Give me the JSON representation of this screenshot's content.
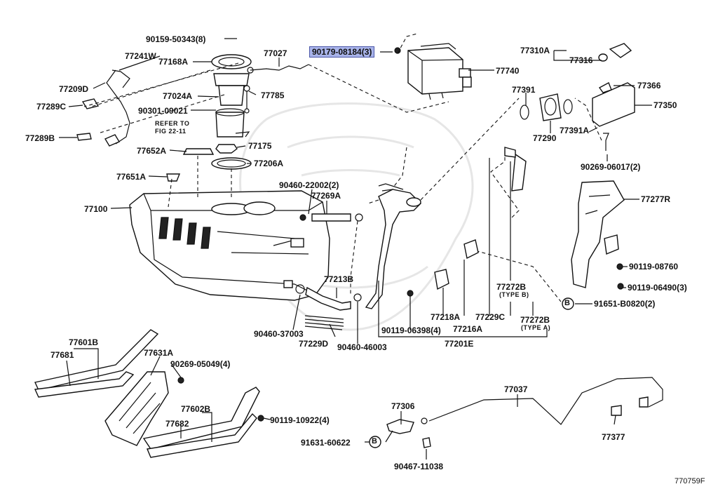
{
  "labels": {
    "l90159": "90159-50343(8)",
    "l90179": "90179-08184(3)",
    "l77241w": "77241W",
    "l77168a": "77168A",
    "l77027": "77027",
    "l77209d": "77209D",
    "l77024a": "77024A",
    "l77785": "77785",
    "l77289c": "77289C",
    "l90301": "90301-09021",
    "refer1": "REFER TO",
    "refer2": "FIG 22-11",
    "l77289b": "77289B",
    "l77652a": "77652A",
    "l77175": "77175",
    "l77206a": "77206A",
    "l77651a": "77651A",
    "l90460_22002": "90460-22002(2)",
    "l77269a": "77269A",
    "l77100": "77100",
    "l77740": "77740",
    "l77310a": "77310A",
    "l77316": "77316",
    "l77366": "77366",
    "l77391": "77391",
    "l77350": "77350",
    "l77290": "77290",
    "l77391a": "77391A",
    "l90269_06017": "90269-06017(2)",
    "l77277r": "77277R",
    "l90119_08760": "90119-08760",
    "l90119_06490": "90119-06490(3)",
    "l77272b_a": "77272B",
    "typeb": "(TYPE B)",
    "l91651": "91651-B0820(2)",
    "l77272b_b": "77272B",
    "typea": "(TYPE A)",
    "l77213b": "77213B",
    "l77218a": "77218A",
    "l77229c": "77229C",
    "l77216a": "77216A",
    "l90119_06398": "90119-06398(4)",
    "l77201e": "77201E",
    "l90460_37003": "90460-37003",
    "l77229d": "77229D",
    "l90460_46003": "90460-46003",
    "l77601b": "77601B",
    "l77681": "77681",
    "l77631a": "77631A",
    "l90269_05049": "90269-05049(4)",
    "l77602b": "77602B",
    "l77682": "77682",
    "l90119_10922": "90119-10922(4)",
    "l77306": "77306",
    "l77037": "77037",
    "l91631": "91631-60622",
    "l90467": "90467-11038",
    "l77377": "77377",
    "callout_b1": "B",
    "callout_b2": "B",
    "figure_id": "770759F"
  },
  "highlight_color": "#a9b4ea"
}
